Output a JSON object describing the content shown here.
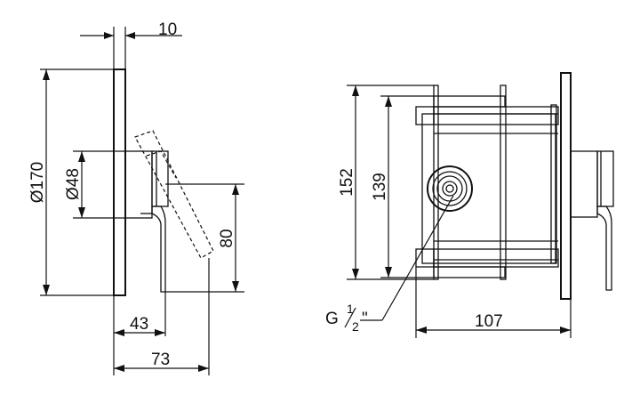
{
  "left_view": {
    "dim_plate_thickness": "10",
    "dim_plate_diameter": "Ø170",
    "dim_escutcheon_diameter": "Ø48",
    "dim_handle_height": "80",
    "dim_projection": "43",
    "dim_projection_with_handle": "73"
  },
  "right_view": {
    "dim_box_height": "152",
    "dim_inner_height": "139",
    "dim_total_depth": "107",
    "connection_prefix": "G",
    "connection_fraction_num": "1",
    "connection_fraction_den": "2",
    "connection_suffix": "\""
  }
}
